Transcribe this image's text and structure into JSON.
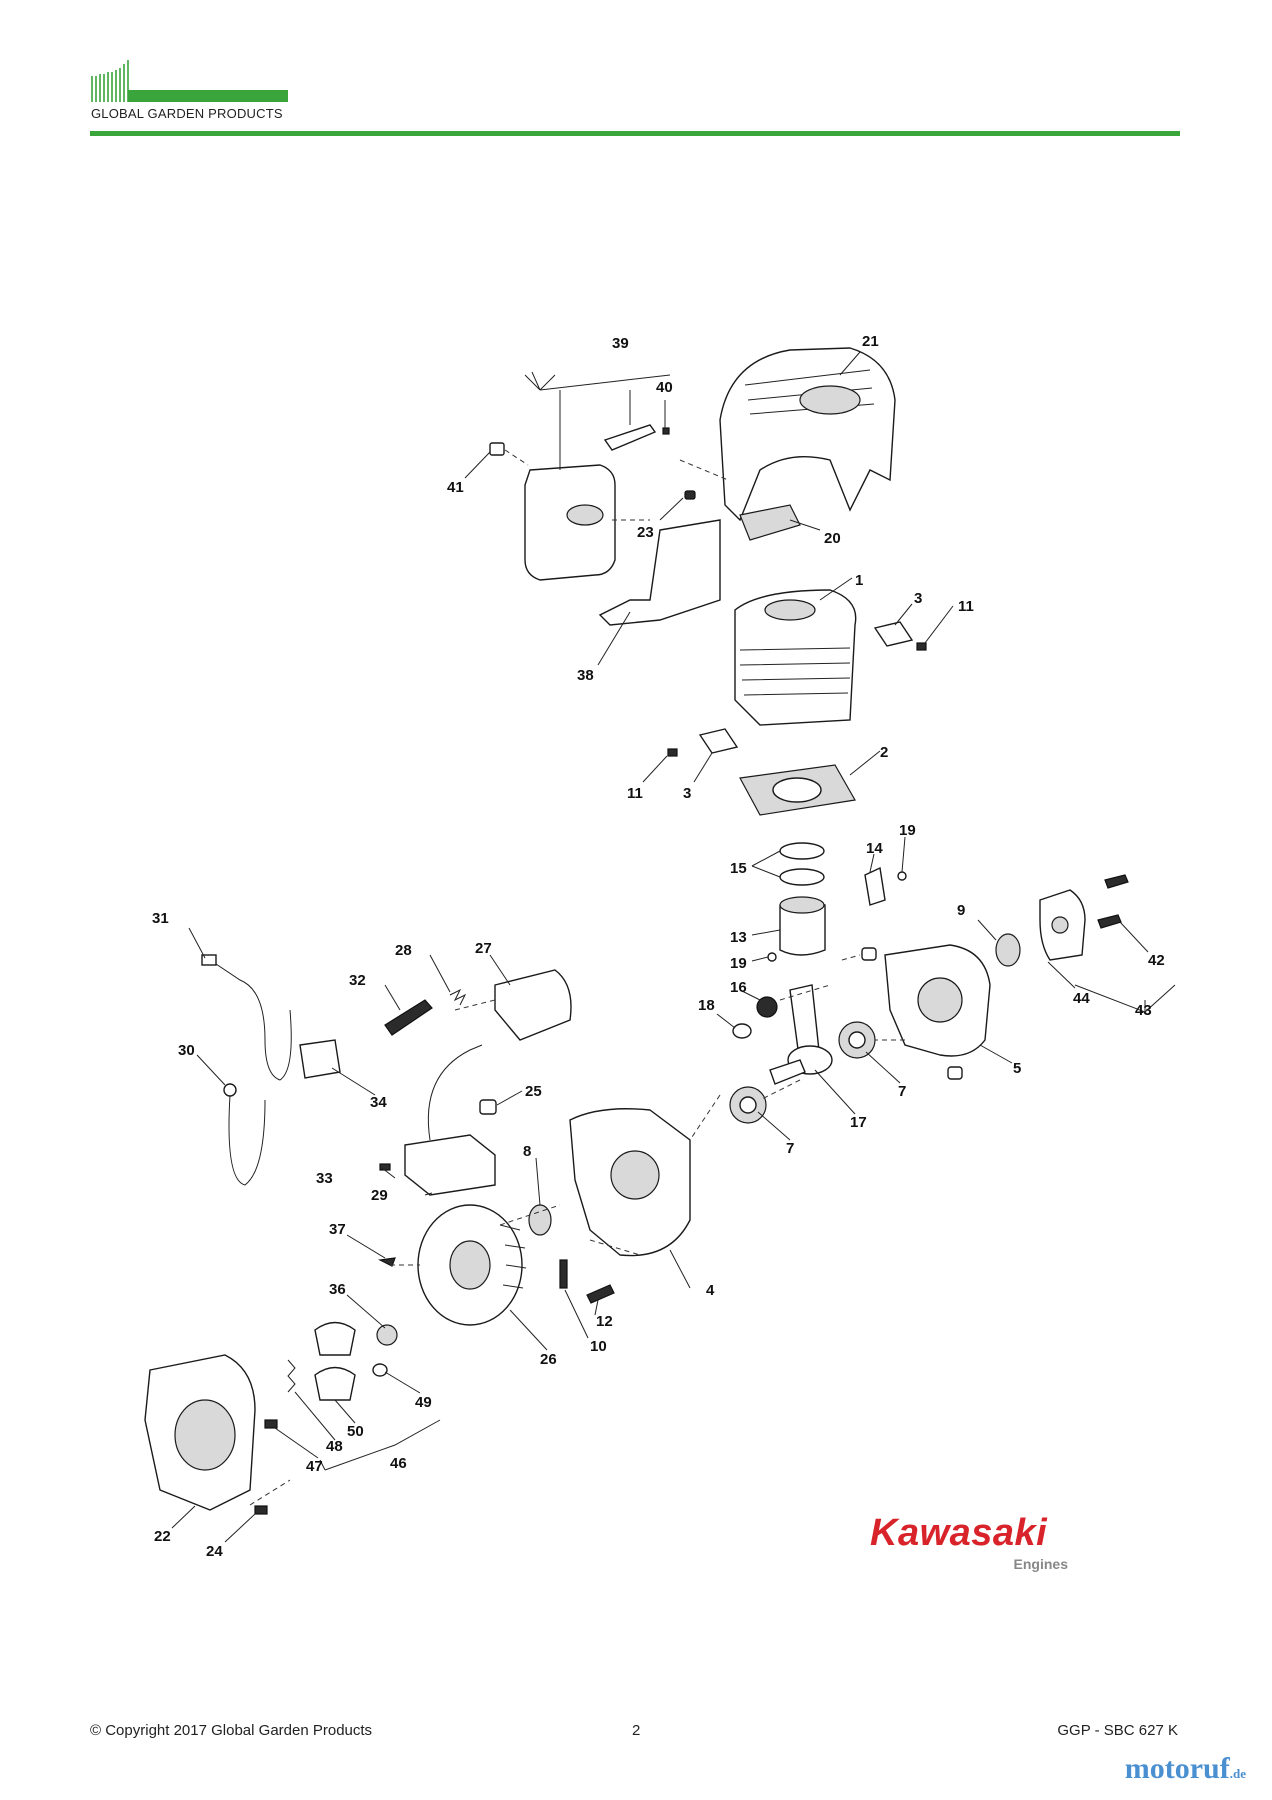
{
  "header": {
    "brand": "GLOBAL GARDEN PRODUCTS"
  },
  "labels": {
    "l1": "1",
    "l2": "2",
    "l3a": "3",
    "l3b": "3",
    "l4": "4",
    "l5": "5",
    "l7a": "7",
    "l7b": "7",
    "l8": "8",
    "l9": "9",
    "l10": "10",
    "l11a": "11",
    "l11b": "11",
    "l12": "12",
    "l13": "13",
    "l14": "14",
    "l15": "15",
    "l16": "16",
    "l17": "17",
    "l18": "18",
    "l19a": "19",
    "l19b": "19",
    "l20": "20",
    "l21": "21",
    "l22": "22",
    "l23": "23",
    "l24": "24",
    "l25": "25",
    "l26": "26",
    "l27": "27",
    "l28": "28",
    "l29": "29",
    "l30": "30",
    "l31": "31",
    "l32": "32",
    "l33": "33",
    "l34": "34",
    "l36": "36",
    "l37": "37",
    "l38": "38",
    "l39": "39",
    "l40": "40",
    "l41": "41",
    "l42": "42",
    "l43": "43",
    "l44": "44",
    "l46": "46",
    "l47": "47",
    "l48": "48",
    "l49": "49",
    "l50": "50"
  },
  "kawasaki": {
    "word": "Kawasaki",
    "sub": "Engines"
  },
  "footer": {
    "copyright": "© Copyright 2017 Global Garden Products",
    "page": "2",
    "code": "GGP - SBC 627 K"
  },
  "watermark": {
    "name": "motoruf",
    "tld": ".de"
  },
  "colors": {
    "brand_green": "#3aa53a",
    "kawasaki_red": "#d8232a",
    "watermark_blue": "#4a8fd0"
  }
}
